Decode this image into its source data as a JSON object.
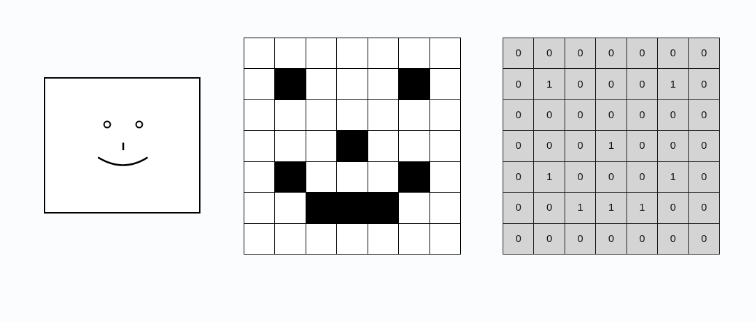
{
  "colors": {
    "background": "#fbfcfd",
    "pixel_on": "#000000",
    "pixel_off": "#ffffff",
    "value_cell": "#d4d4d4"
  },
  "sketch": {
    "description_icon": "smiley-face-sketch"
  },
  "pixel_matrix": [
    [
      0,
      0,
      0,
      0,
      0,
      0,
      0
    ],
    [
      0,
      1,
      0,
      0,
      0,
      1,
      0
    ],
    [
      0,
      0,
      0,
      0,
      0,
      0,
      0
    ],
    [
      0,
      0,
      0,
      1,
      0,
      0,
      0
    ],
    [
      0,
      1,
      0,
      0,
      0,
      1,
      0
    ],
    [
      0,
      0,
      1,
      1,
      1,
      0,
      0
    ],
    [
      0,
      0,
      0,
      0,
      0,
      0,
      0
    ]
  ],
  "value_matrix": [
    [
      "0",
      "0",
      "0",
      "0",
      "0",
      "0",
      "0"
    ],
    [
      "0",
      "1",
      "0",
      "0",
      "0",
      "1",
      "0"
    ],
    [
      "0",
      "0",
      "0",
      "0",
      "0",
      "0",
      "0"
    ],
    [
      "0",
      "0",
      "0",
      "1",
      "0",
      "0",
      "0"
    ],
    [
      "0",
      "1",
      "0",
      "0",
      "0",
      "1",
      "0"
    ],
    [
      "0",
      "0",
      "1",
      "1",
      "1",
      "0",
      "0"
    ],
    [
      "0",
      "0",
      "0",
      "0",
      "0",
      "0",
      "0"
    ]
  ]
}
